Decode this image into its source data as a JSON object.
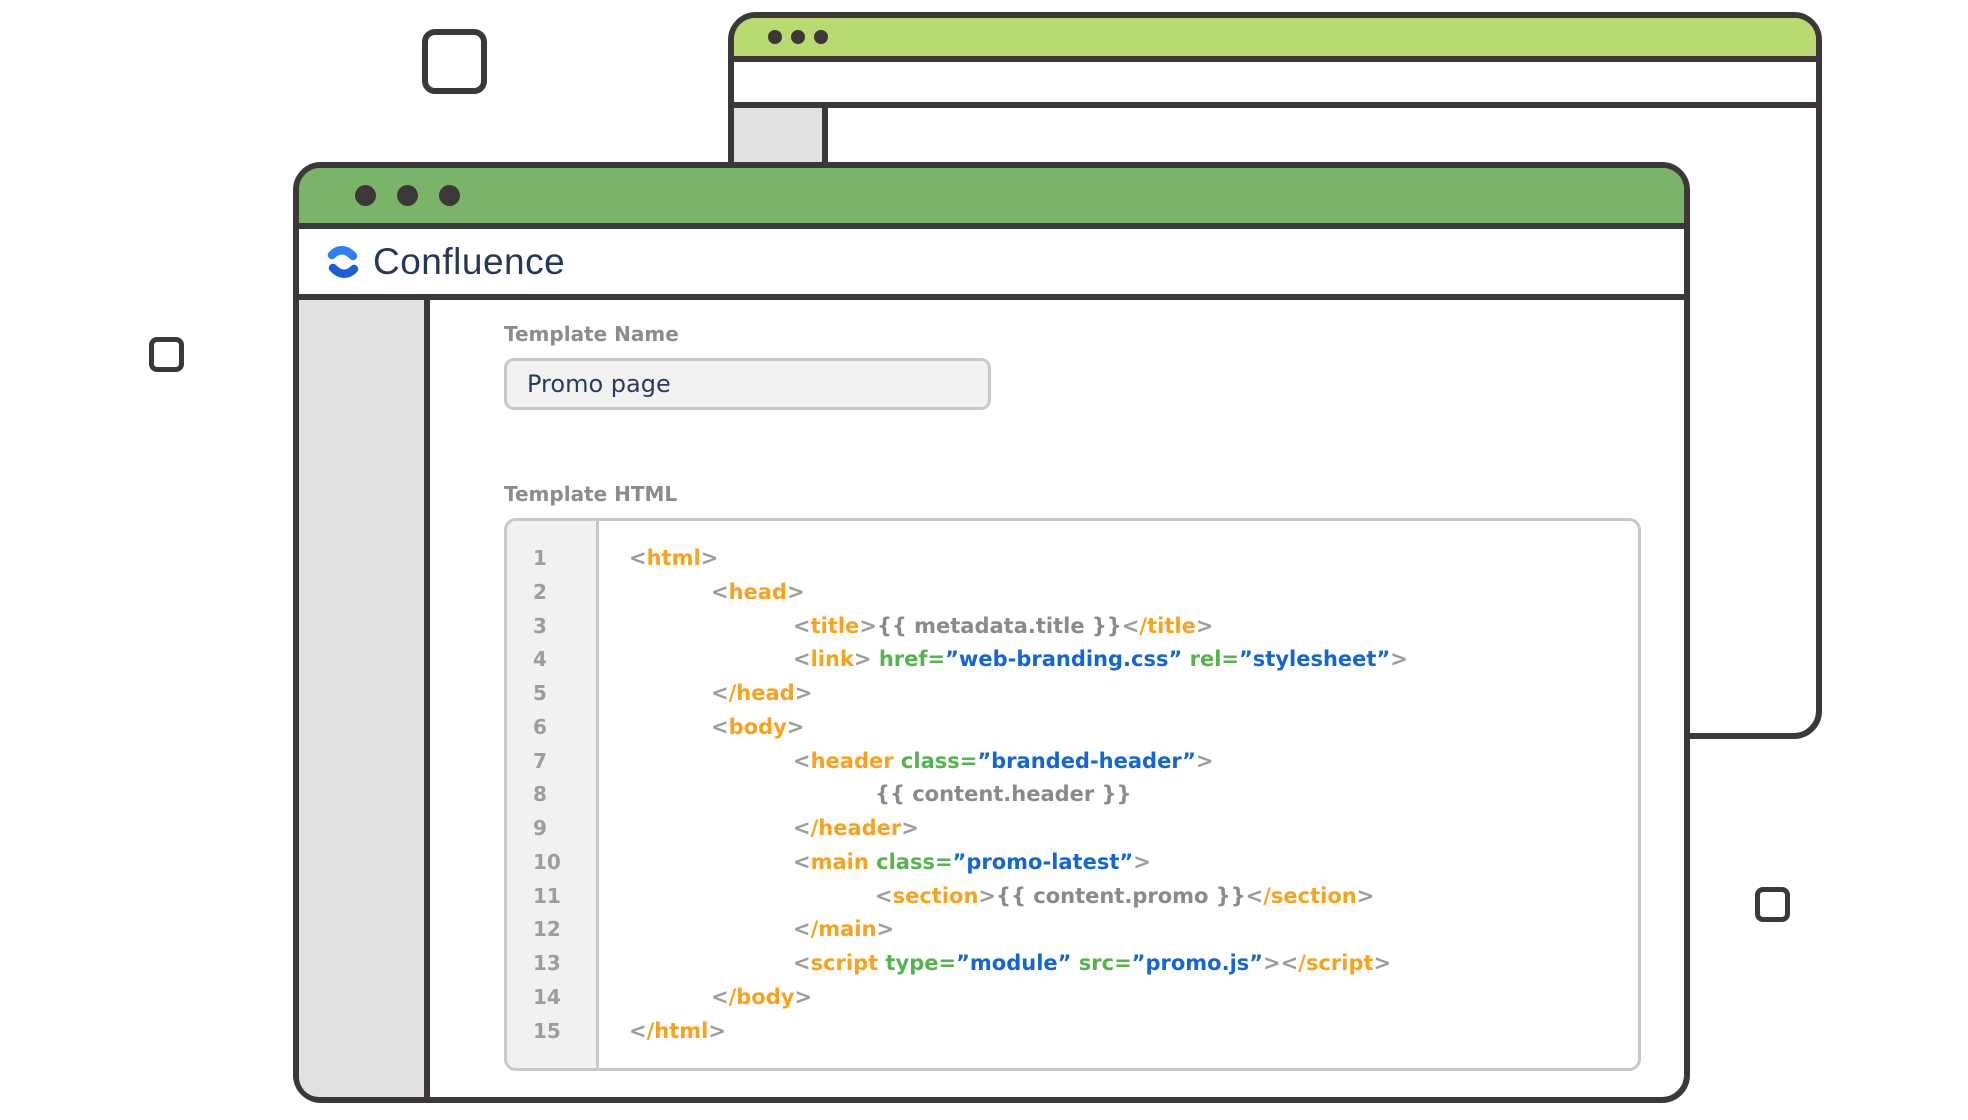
{
  "window": {
    "brand": "Confluence",
    "form": {
      "name_label": "Template Name",
      "name_value": "Promo page",
      "html_label": "Template HTML"
    },
    "code": {
      "lines": [
        {
          "n": 1,
          "indent": 0,
          "tokens": [
            [
              "p",
              "<"
            ],
            [
              "t",
              "html"
            ],
            [
              "p",
              ">"
            ]
          ]
        },
        {
          "n": 2,
          "indent": 1,
          "tokens": [
            [
              "p",
              "<"
            ],
            [
              "t",
              "head"
            ],
            [
              "p",
              ">"
            ]
          ]
        },
        {
          "n": 3,
          "indent": 2,
          "tokens": [
            [
              "p",
              "<"
            ],
            [
              "t",
              "title"
            ],
            [
              "p",
              ">"
            ],
            [
              "x",
              "{{ metadata.title }}"
            ],
            [
              "p",
              "<"
            ],
            [
              "t",
              "/title"
            ],
            [
              "p",
              ">"
            ]
          ]
        },
        {
          "n": 4,
          "indent": 2,
          "tokens": [
            [
              "p",
              "<"
            ],
            [
              "t",
              "link"
            ],
            [
              "p",
              ">"
            ],
            [
              "a",
              " href="
            ],
            [
              "v",
              "”web-branding.css”"
            ],
            [
              "a",
              " rel="
            ],
            [
              "v",
              "”stylesheet”"
            ],
            [
              "p",
              ">"
            ]
          ]
        },
        {
          "n": 5,
          "indent": 1,
          "tokens": [
            [
              "p",
              "<"
            ],
            [
              "t",
              "/head"
            ],
            [
              "p",
              ">"
            ]
          ]
        },
        {
          "n": 6,
          "indent": 1,
          "tokens": [
            [
              "p",
              "<"
            ],
            [
              "t",
              "body"
            ],
            [
              "p",
              ">"
            ]
          ]
        },
        {
          "n": 7,
          "indent": 2,
          "tokens": [
            [
              "p",
              "<"
            ],
            [
              "t",
              "header"
            ],
            [
              "a",
              " class="
            ],
            [
              "v",
              "”branded-header”"
            ],
            [
              "p",
              ">"
            ]
          ]
        },
        {
          "n": 8,
          "indent": 3,
          "tokens": [
            [
              "x",
              "{{ content.header }}"
            ]
          ]
        },
        {
          "n": 9,
          "indent": 2,
          "tokens": [
            [
              "p",
              "<"
            ],
            [
              "t",
              "/header"
            ],
            [
              "p",
              ">"
            ]
          ]
        },
        {
          "n": 10,
          "indent": 2,
          "tokens": [
            [
              "p",
              "<"
            ],
            [
              "t",
              "main"
            ],
            [
              "a",
              " class="
            ],
            [
              "v",
              "”promo-latest”"
            ],
            [
              "p",
              ">"
            ]
          ]
        },
        {
          "n": 11,
          "indent": 3,
          "tokens": [
            [
              "p",
              "<"
            ],
            [
              "t",
              "section"
            ],
            [
              "p",
              ">"
            ],
            [
              "x",
              "{{ content.promo }}"
            ],
            [
              "p",
              "<"
            ],
            [
              "t",
              "/section"
            ],
            [
              "p",
              ">"
            ]
          ]
        },
        {
          "n": 12,
          "indent": 2,
          "tokens": [
            [
              "p",
              "<"
            ],
            [
              "t",
              "/main"
            ],
            [
              "p",
              ">"
            ]
          ]
        },
        {
          "n": 13,
          "indent": 2,
          "tokens": [
            [
              "p",
              "<"
            ],
            [
              "t",
              "script"
            ],
            [
              "a",
              " type="
            ],
            [
              "v",
              "”module”"
            ],
            [
              "a",
              " src="
            ],
            [
              "v",
              "”promo.js”"
            ],
            [
              "p",
              "><"
            ],
            [
              "t",
              "/script"
            ],
            [
              "p",
              ">"
            ]
          ]
        },
        {
          "n": 14,
          "indent": 1,
          "tokens": [
            [
              "p",
              "<"
            ],
            [
              "t",
              "/body"
            ],
            [
              "p",
              ">"
            ]
          ]
        },
        {
          "n": 15,
          "indent": 0,
          "tokens": [
            [
              "p",
              "<"
            ],
            [
              "t",
              "/html"
            ],
            [
              "p",
              ">"
            ]
          ]
        }
      ]
    }
  },
  "icons": {
    "logo": "confluence-logo-icon",
    "window_controls": "window-control-dot"
  },
  "colors": {
    "front_titlebar_green": "#7AB468",
    "back_titlebar_green": "#B9DA70",
    "outline_dark": "#3C3838",
    "sidebar_gray": "#E1E1E1",
    "gutter_gray": "#F1F1F1",
    "field_gray": "#F2F2F2",
    "field_border": "#C8C8C8",
    "label_gray": "#8C8C8C",
    "brand_navy": "#253858",
    "input_text_navy": "#2B3A5E",
    "code_tag_orange": "#F8A21D",
    "code_attr_green": "#56B44E",
    "code_value_blue": "#1467D2",
    "code_punct_gray": "#9C9C9C",
    "code_text_gray": "#8A8A8A",
    "logo_blue_light": "#2D7EF7",
    "logo_blue_dark": "#1C5FD4"
  }
}
